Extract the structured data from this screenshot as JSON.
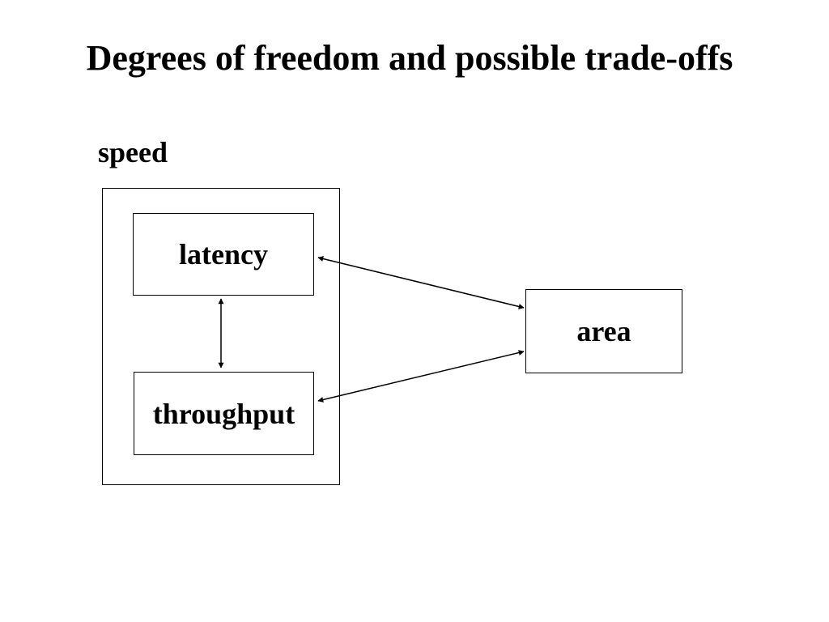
{
  "slide": {
    "title": "Degrees of freedom and possible trade-offs"
  },
  "diagram": {
    "group_label": "speed",
    "nodes": {
      "latency": "latency",
      "throughput": "throughput",
      "area": "area"
    },
    "edges": [
      {
        "from": "latency",
        "to": "throughput",
        "arrows": "both"
      },
      {
        "from": "latency",
        "to": "area",
        "arrows": "both"
      },
      {
        "from": "throughput",
        "to": "area",
        "arrows": "both"
      }
    ]
  }
}
